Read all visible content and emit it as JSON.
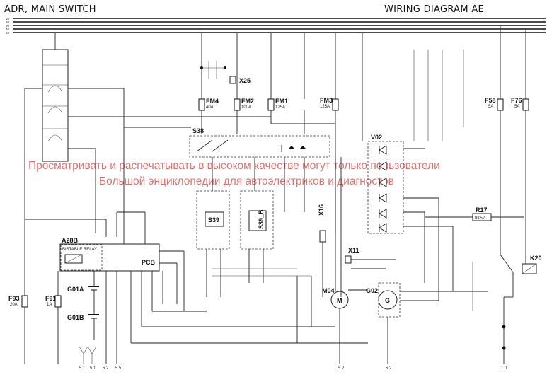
{
  "header": {
    "title_left": "ADR, MAIN SWITCH",
    "title_right": "WIRING DIAGRAM AE"
  },
  "watermark": {
    "line1": "Просматривать и распечатывать в высоком качестве могут только пользователи",
    "line2": "Большой энциклопедии для автоэлектриков и диагностов"
  },
  "bus_labels": [
    "10",
    "20",
    "30",
    "40",
    "50"
  ],
  "components": {
    "x25": "X25",
    "fm4": "FM4",
    "fm2": "FM2",
    "fm1": "FM1",
    "fm3": "FM3",
    "f58": "F58",
    "f76": "F76",
    "s38": "S38",
    "v02": "V02",
    "s39": "S39",
    "s39b": "S39_B",
    "x16": "X16",
    "r17": "R17",
    "a28b": "A28B",
    "bistable": "BISTABLE RELAY",
    "pcb": "PCB",
    "x11": "X11",
    "m04": "M04",
    "m": "M",
    "g02": "G02",
    "g": "G",
    "k20": "K20",
    "f93": "F93",
    "f91": "F91",
    "g01a": "G01A",
    "g01b": "G01B"
  },
  "ratings": {
    "fm4": "40A",
    "fm2": "100A",
    "fm1": "125A",
    "fm3": "125A",
    "f58": "5A",
    "f76": "5A",
    "f93": "20A",
    "f91": "1A",
    "r17": "8K52"
  },
  "grounds": [
    "5.1",
    "5.1",
    "5.2",
    "5.5",
    "5.2",
    "5.2",
    "1.0"
  ],
  "colors": {
    "line": "#222222",
    "watermark": "#d9534f",
    "background": "#ffffff"
  }
}
